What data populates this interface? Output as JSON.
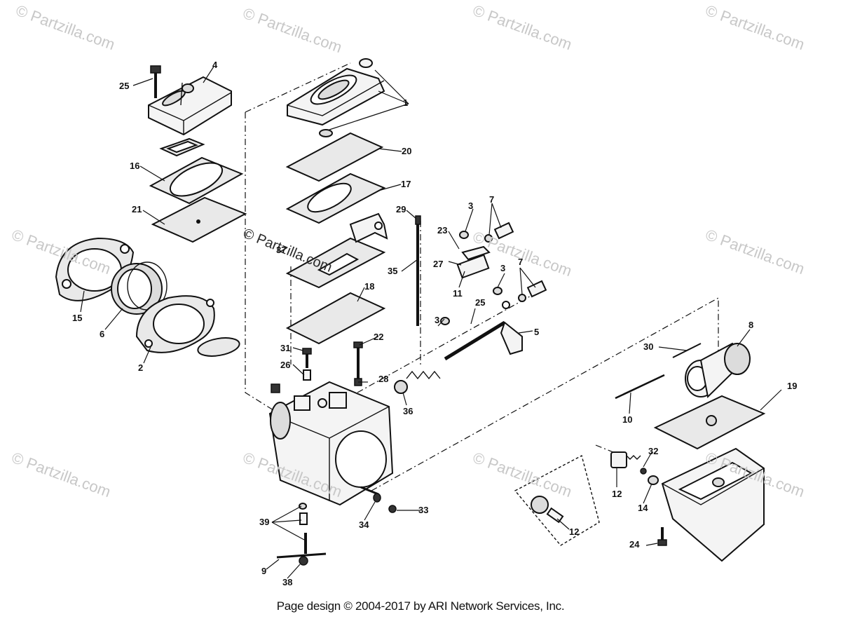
{
  "watermark": "© Partzilla.com",
  "footer": "Page design © 2004-2017 by ARI Network Services, Inc.",
  "callouts": [
    "1",
    "4",
    "25",
    "20",
    "16",
    "17",
    "21",
    "29",
    "23",
    "3",
    "7",
    "27",
    "11",
    "37",
    "35",
    "15",
    "6",
    "18",
    "2",
    "31",
    "26",
    "22",
    "28",
    "36",
    "5",
    "8",
    "30",
    "19",
    "10",
    "32",
    "12",
    "14",
    "12",
    "24",
    "33",
    "34",
    "39",
    "9",
    "38",
    "3",
    "7",
    "3"
  ]
}
